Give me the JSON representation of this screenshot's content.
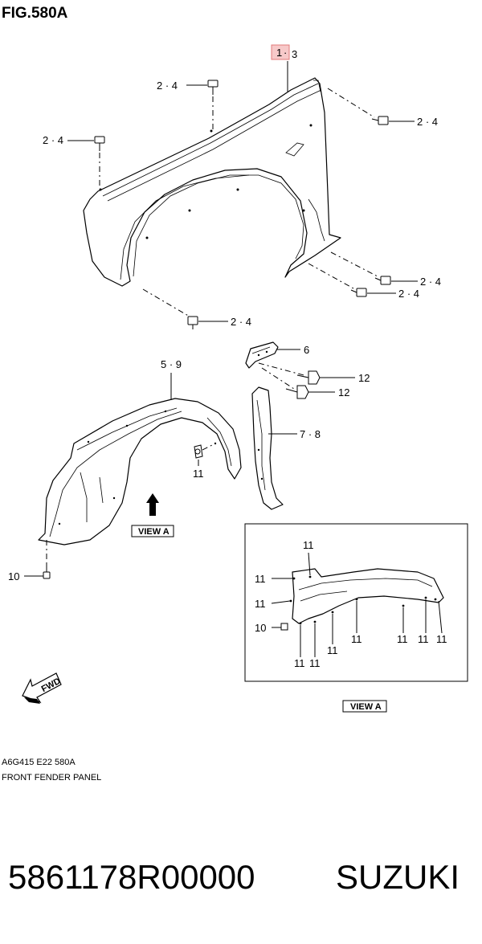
{
  "figure": {
    "title": "FIG.580A",
    "code": "A6G415 E22 580A",
    "name": "FRONT FENDER PANEL"
  },
  "callouts": {
    "fender_one": "1",
    "fender_sep": "·",
    "fender_three": "3",
    "bolt_a": "2 · 4",
    "bolt_b": "2 · 4",
    "bolt_c": "2 · 4",
    "bolt_d": "2 · 4",
    "bolt_e": "2 · 4",
    "bolt_f": "2 · 4",
    "liner": "5 · 9",
    "bracket": "6",
    "screw_a": "12",
    "screw_b": "12",
    "seal": "7 · 8",
    "clip_main": "11",
    "screw_liner": "10"
  },
  "view_a": {
    "label_top": "VIEW A",
    "label_bottom": "VIEW A",
    "clips": [
      "11",
      "11",
      "11",
      "11",
      "11",
      "11",
      "11",
      "11",
      "11",
      "11"
    ],
    "screw": "10"
  },
  "direction": {
    "fwd": "FWD"
  },
  "footer": {
    "part_number": "5861178R00000",
    "brand": "SUZUKI"
  },
  "colors": {
    "highlight_fill": "#f7c9c9",
    "highlight_stroke": "#e07b7b"
  }
}
